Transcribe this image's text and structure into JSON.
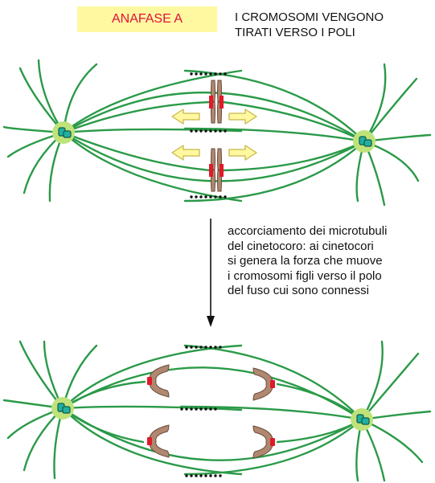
{
  "stage_title": "ANAFASE A",
  "header_caption": [
    "I CROMOSOMI VENGONO",
    "TIRATI VERSO I POLI"
  ],
  "step_caption": [
    "accorciamento dei microtubuli",
    "del cinetocoro: ai cinetocori",
    "si genera la forza che muove",
    "i cromosomi figli verso il polo",
    "del fuso cui sono connessi"
  ],
  "colors": {
    "microtubule": "#2a9a48",
    "centrosome": "#bfe37a",
    "centriole": "#22b0a0",
    "chromosome": "#b08870",
    "kinetochore": "#e01a2a",
    "arrow_fill": "#fff8a0",
    "arrow_stroke": "#c8b84a",
    "title_bg": "#fff8a0",
    "title_text": "#e0103a"
  },
  "icons": [
    "centrosome-icon",
    "chromosome-icon",
    "kinetochore-icon",
    "force-arrow-icon",
    "process-arrow-icon"
  ]
}
